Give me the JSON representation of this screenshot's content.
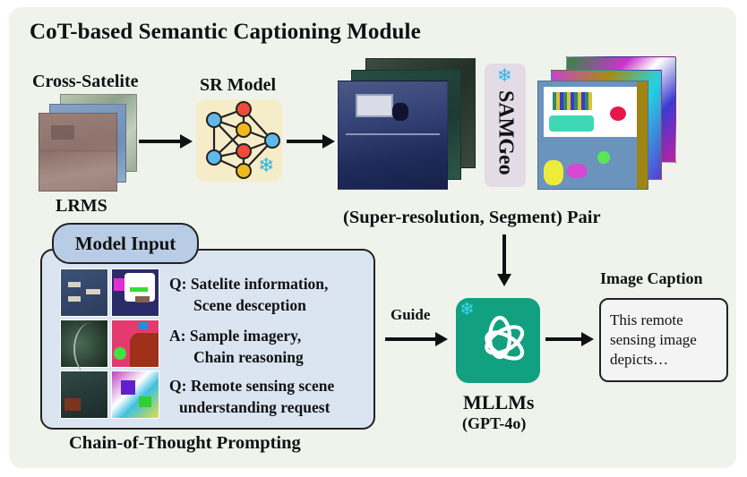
{
  "title": "CoT-based Semantic Captioning Module",
  "lrms": {
    "top_label": "Cross-Satelite",
    "bottom_label": "LRMS"
  },
  "sr_model": {
    "label": "SR Model",
    "icon": "neural-network-icon",
    "frozen_icon": "snowflake-icon"
  },
  "samgeo": {
    "label": "SAMGeo",
    "frozen_icon": "snowflake-icon"
  },
  "pair_label": "(Super-resolution, Segment) Pair",
  "model_input": {
    "tab_label": "Model Input",
    "lines": [
      {
        "prefix": "Q:",
        "text1": "Satelite information,",
        "text2": "Scene desception"
      },
      {
        "prefix": "A:",
        "text1": "Sample imagery,",
        "text2": "Chain reasoning"
      },
      {
        "prefix": "Q:",
        "text1": "Remote sensing scene",
        "text2": "understanding request"
      }
    ],
    "caption": "Chain-of-Thought Prompting"
  },
  "guide_label": "Guide",
  "mllm": {
    "label": "MLLMs",
    "sublabel": "(GPT-4o)",
    "icon": "openai-logo-icon",
    "frozen_icon": "snowflake-icon",
    "color": "#12a180"
  },
  "image_caption": {
    "title": "Image Caption",
    "lines": [
      "This remote",
      "sensing image",
      "depicts…"
    ]
  },
  "colors": {
    "panel_bg": "#eff3ec",
    "sr_box_bg": "#f5ecc9",
    "samgeo_bg": "#e3dbe6",
    "model_input_bg": "#dbe5f2",
    "model_input_tab_bg": "#b8cce6",
    "snowflake": "#29b6e8"
  }
}
